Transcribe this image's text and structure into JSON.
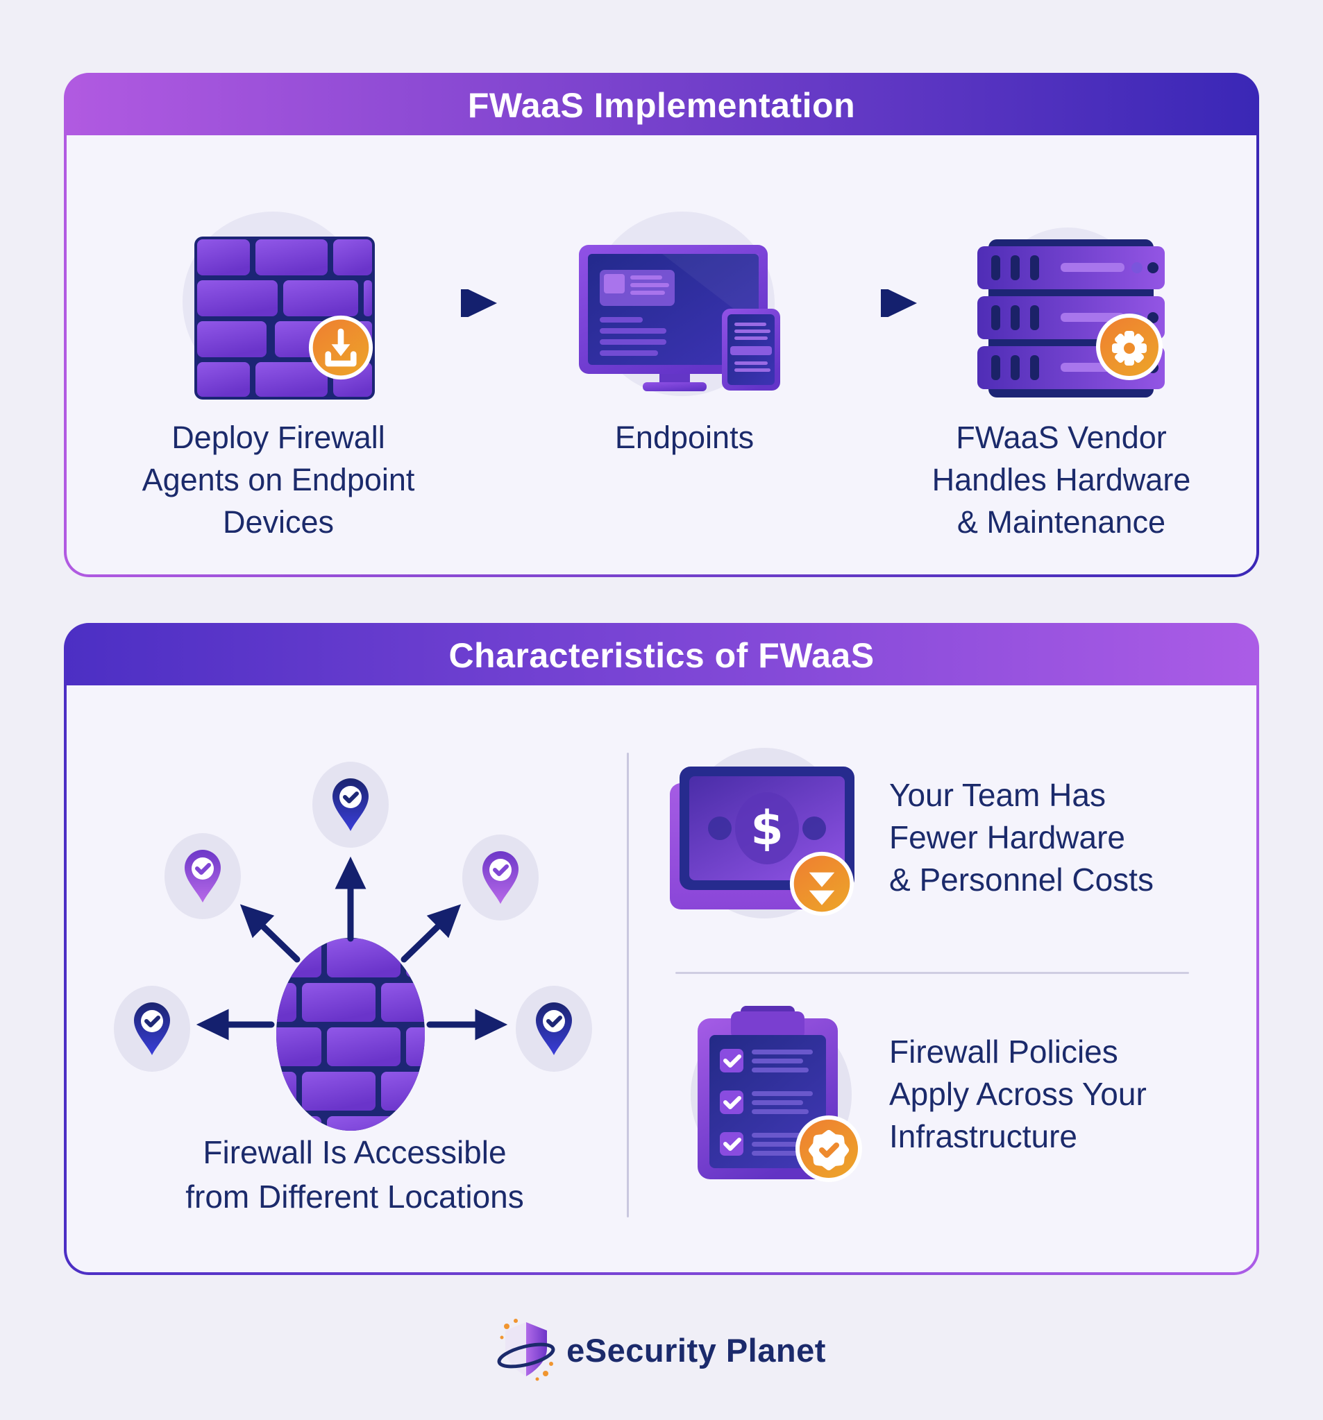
{
  "background": "#f0eff7",
  "colors": {
    "navy_text": "#1b2a6b",
    "header1_gradient": [
      "#b15ae1",
      "#3a27b6"
    ],
    "header2_gradient": [
      "#4c2fc4",
      "#ab5ce6"
    ],
    "brick_purple": [
      "#9055e6",
      "#6d36cc"
    ],
    "mortar_navy": "#1c2575",
    "badge_orange": [
      "#ee7d31",
      "#eda22a"
    ],
    "panel_background": "#f5f4fc",
    "halo_lavender": "#e4e3f1",
    "arrow_navy": "#14206e"
  },
  "panel1": {
    "title": "FWaaS Implementation",
    "steps": [
      {
        "label": "Deploy Firewall\nAgents on Endpoint\nDevices",
        "icon": "firewall-brick-wall",
        "badge": "download-icon"
      },
      {
        "label": "Endpoints",
        "icon": "monitor-and-phone-icon",
        "badge": ""
      },
      {
        "label": "FWaaS Vendor\nHandles Hardware\n& Maintenance",
        "icon": "server-stack-icon",
        "badge": "gear-icon"
      }
    ]
  },
  "panel2": {
    "title": "Characteristics of FWaaS",
    "fan_caption": "Firewall Is Accessible\nfrom Different Locations",
    "fan": {
      "center_icon": "firewall-brick-circle",
      "pin_icon": "location-pin-check-icon",
      "pin_count": 5
    },
    "characteristics": [
      {
        "text": "Your Team Has\nFewer Hardware\n& Personnel Costs",
        "icon": "money-bill-icon",
        "badge": "costs-down-icon"
      },
      {
        "text": "Firewall Policies\nApply Across Your\nInfrastructure",
        "icon": "policy-clipboard-icon",
        "badge": "seal-check-icon"
      }
    ]
  },
  "footer": {
    "brand": "eSecurity Planet"
  }
}
